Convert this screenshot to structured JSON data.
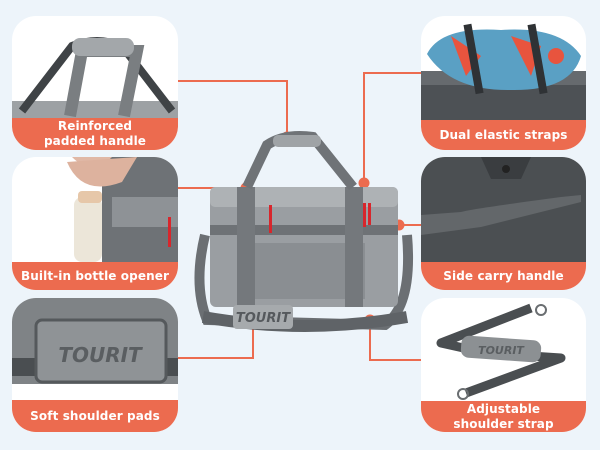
{
  "brand": "TOURIT",
  "colors": {
    "background": "#edf4fa",
    "accent": "#ec6b4f",
    "card": "#ffffff",
    "bag_gray": "#8e9296",
    "strap_dark": "#5a5e62",
    "zipper_red": "#d8262c"
  },
  "features": [
    {
      "id": "handle",
      "label": "Reinforced padded handle",
      "line1": "Reinforced",
      "line2": "padded handle",
      "side": "left",
      "row": 1
    },
    {
      "id": "opener",
      "label": "Built-in bottle opener",
      "line1": "Built-in bottle opener",
      "side": "left",
      "row": 2
    },
    {
      "id": "pads",
      "label": "Soft shoulder pads",
      "line1": "Soft shoulder pads",
      "side": "left",
      "row": 3
    },
    {
      "id": "straps",
      "label": "Dual elastic straps",
      "line1": "Dual elastic straps",
      "side": "right",
      "row": 1
    },
    {
      "id": "side-handle",
      "label": "Side carry handle",
      "line1": "Side carry handle",
      "side": "right",
      "row": 2
    },
    {
      "id": "shoulder-strap",
      "label": "Adjustable shoulder strap",
      "line1": "Adjustable",
      "line2": "shoulder strap",
      "side": "right",
      "row": 3
    }
  ]
}
